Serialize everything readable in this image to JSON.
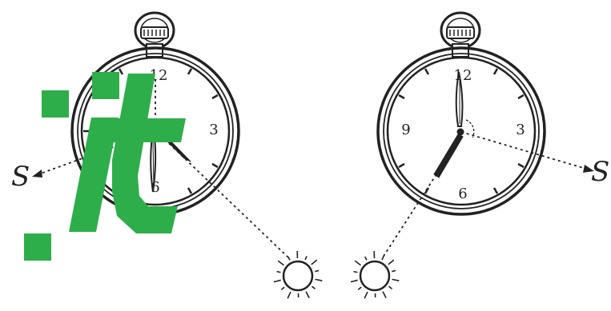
{
  "clock_left": {
    "numerals": {
      "top": "12",
      "right": "3",
      "bottom": "6"
    }
  },
  "clock_right": {
    "numerals": {
      "top": "12",
      "right": "3",
      "bottom": "6",
      "left": "9"
    }
  },
  "direction_left": "S",
  "direction_right": "S",
  "watermark": {
    "text": ":it",
    "color": "#2eae4a"
  },
  "colors": {
    "ink": "#222222",
    "background": "#ffffff"
  }
}
